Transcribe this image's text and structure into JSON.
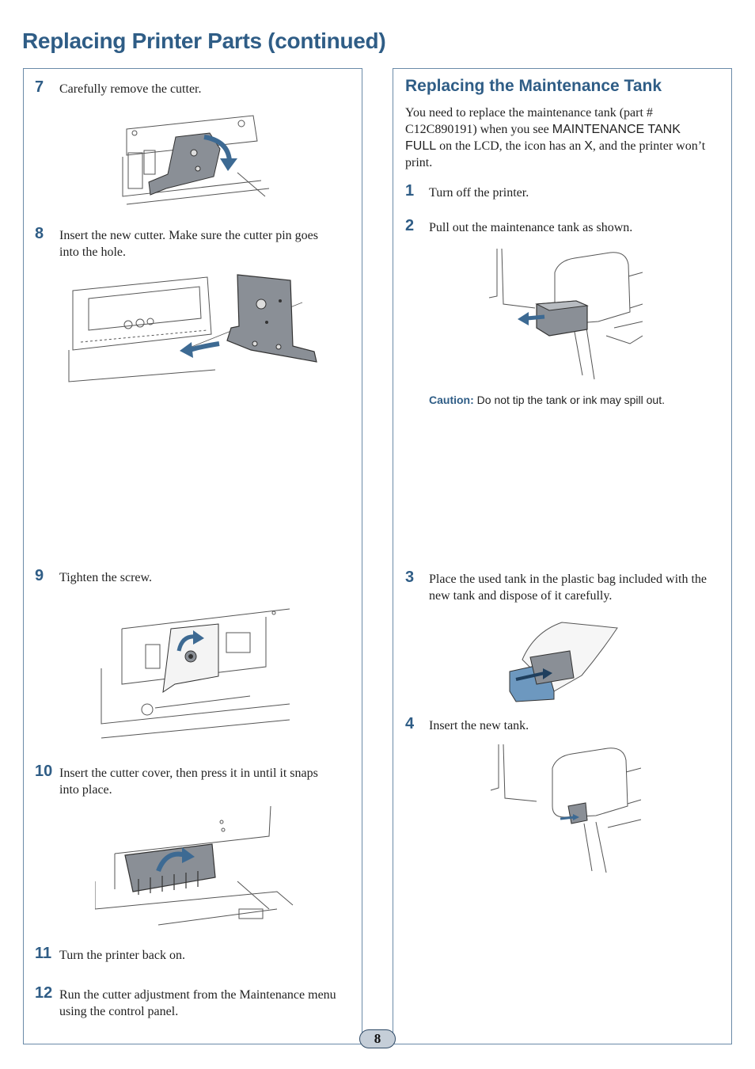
{
  "page": {
    "title": "Replacing Printer Parts (continued)",
    "page_number": "8"
  },
  "left": {
    "steps": [
      {
        "num": "7",
        "text": "Carefully remove the cutter."
      },
      {
        "num": "8",
        "text": "Insert the new cutter. Make sure the cutter pin goes into the hole."
      },
      {
        "num": "9",
        "text": "Tighten the screw."
      },
      {
        "num": "10",
        "text": "Insert the cutter cover, then press it in until it snaps into place."
      },
      {
        "num": "11",
        "text": "Turn the printer back on."
      },
      {
        "num": "12",
        "text": "Run the cutter adjustment from the Maintenance menu using the control panel."
      }
    ]
  },
  "right": {
    "title": "Replacing the Maintenance Tank",
    "intro_a": "You need to replace the maintenance tank (part # C12C890191) when you see ",
    "intro_msg": "MAINTENANCE TANK FULL",
    "intro_b": " on the LCD, the icon has an ",
    "intro_x": "X",
    "intro_c": ", and the printer won’t print.",
    "steps": [
      {
        "num": "1",
        "text": "Turn off the printer."
      },
      {
        "num": "2",
        "text": "Pull out the maintenance tank as shown."
      },
      {
        "num": "3",
        "text": "Place the used tank in the plastic bag included with the new tank and dispose of it carefully."
      },
      {
        "num": "4",
        "text": "Insert the new tank."
      }
    ],
    "caution_label": "Caution:",
    "caution_text": " Do not tip the tank or ink may spill out."
  },
  "colors": {
    "accent": "#2f5d86",
    "illustration_gray": "#8a8f96",
    "arrow_blue": "#3d6a93",
    "tank_blue": "#6d98bf"
  }
}
